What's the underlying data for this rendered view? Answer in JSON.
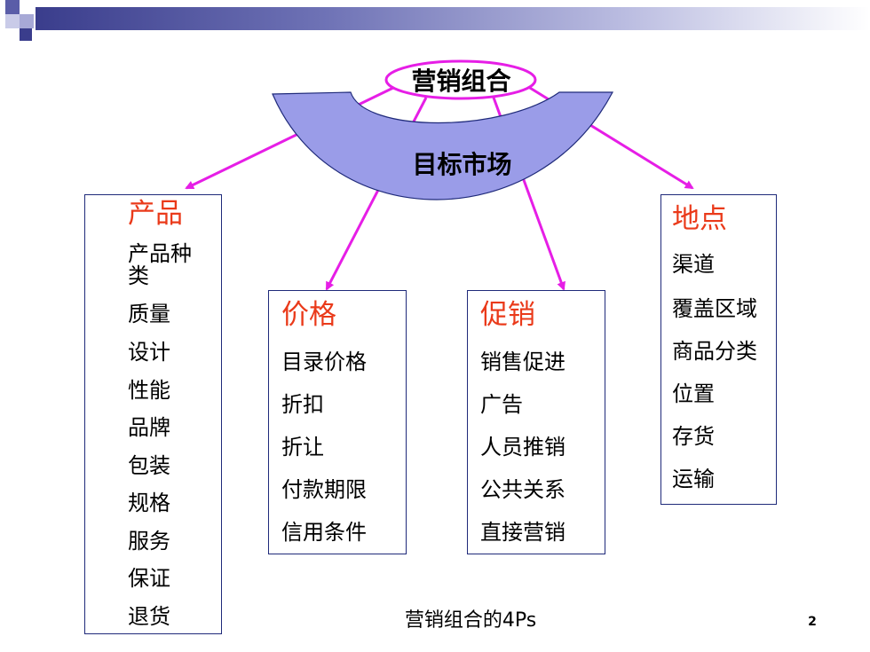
{
  "header": {
    "center_title": "营销组合",
    "arc_label": "目标市场"
  },
  "boxes": {
    "product": {
      "title": "产品",
      "items": [
        "产品种",
        "类",
        "质量",
        "设计",
        "性能",
        "品牌",
        "包装",
        "规格",
        "服务",
        "保证",
        "退货"
      ]
    },
    "price": {
      "title": "价格",
      "items": [
        "目录价格",
        "折扣",
        "折让",
        "付款期限",
        "信用条件"
      ]
    },
    "promotion": {
      "title": "促销",
      "items": [
        "销售促进",
        "广告",
        "人员推销",
        "公共关系",
        "直接营销"
      ]
    },
    "place": {
      "title": "地点",
      "items": [
        "渠道",
        "覆盖区域",
        "商品分类",
        "位置",
        "存货",
        "运输"
      ]
    }
  },
  "footer": {
    "caption": "营销组合的4Ps",
    "page_number": "2"
  },
  "colors": {
    "arrow": "#e61ee6",
    "arc_fill": "#9a9ce8",
    "box_border": "#1f2a7a",
    "heading": "#ea3a1a"
  }
}
